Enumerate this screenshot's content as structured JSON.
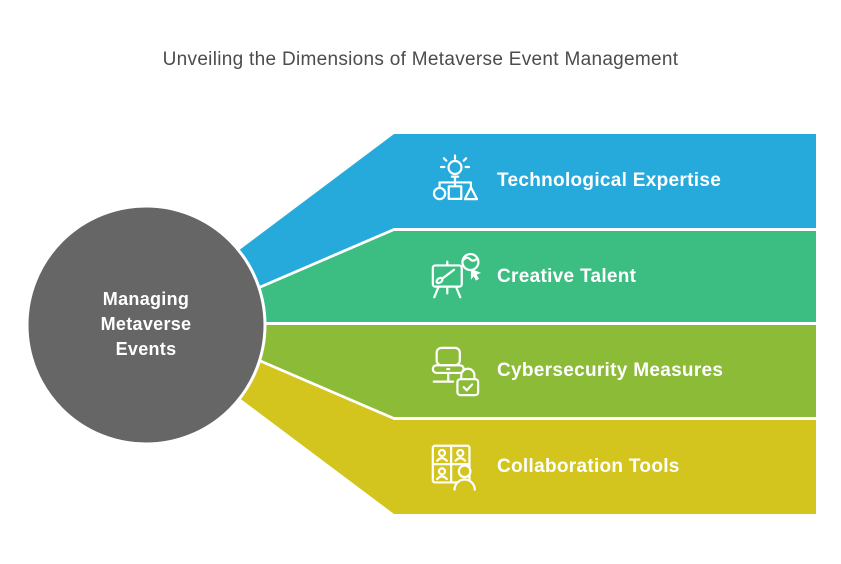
{
  "title": "Unveiling the Dimensions of Metaverse Event Management",
  "center": {
    "label_lines": [
      "Managing",
      "Metaverse",
      "Events"
    ],
    "color": "#666666",
    "text_color": "#ffffff"
  },
  "bands": [
    {
      "label": "Technological Expertise",
      "color": "#26a9db",
      "icon": "lightbulb-org-chart-icon"
    },
    {
      "label": "Creative Talent",
      "color": "#3cbd81",
      "icon": "easel-paintbrush-icon"
    },
    {
      "label": "Cybersecurity Measures",
      "color": "#8cbb38",
      "icon": "monitor-padlock-icon"
    },
    {
      "label": "Collaboration Tools",
      "color": "#d3c51e",
      "icon": "video-call-people-icon"
    }
  ],
  "colors": {
    "background": "#ffffff",
    "title_text": "#4c4c4c",
    "band_label_text": "#ffffff",
    "separator": "#ffffff"
  }
}
